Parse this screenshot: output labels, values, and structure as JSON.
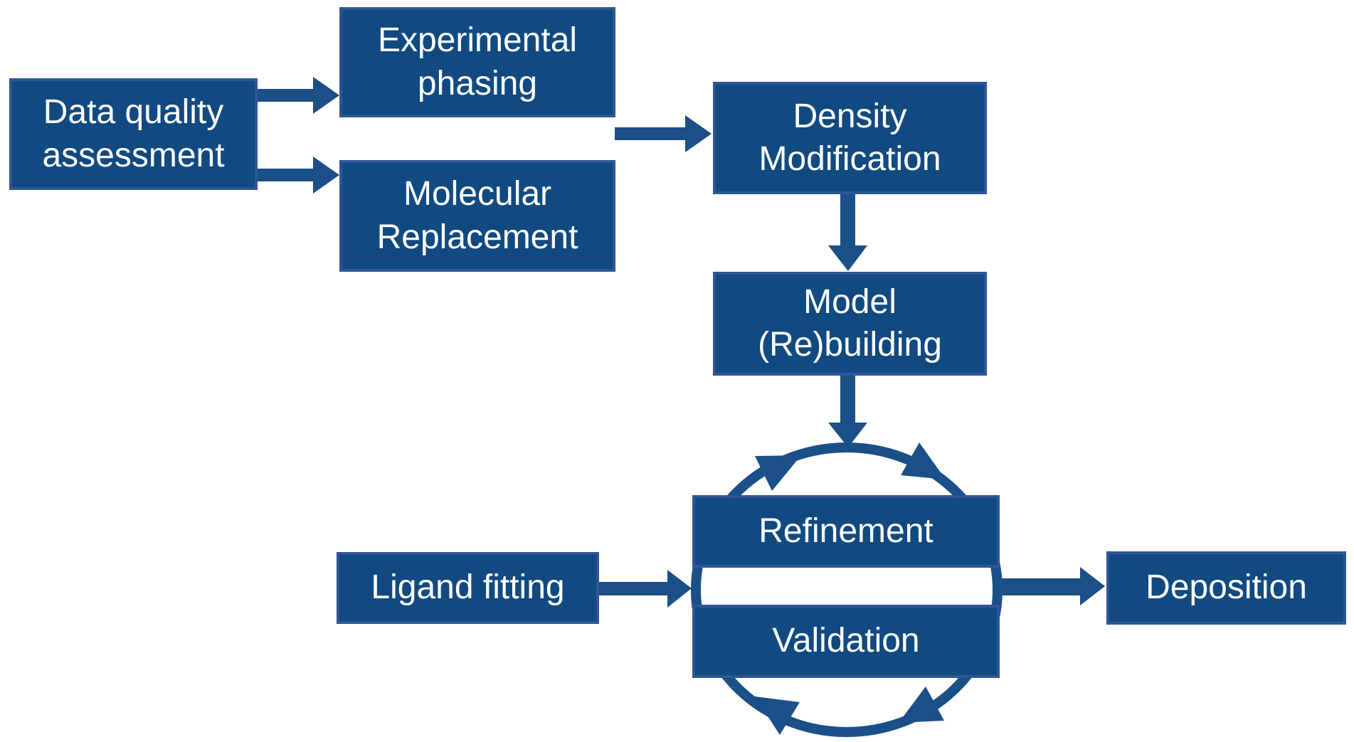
{
  "diagram": {
    "type": "flowchart",
    "description_visible": false
  },
  "colors": {
    "box_fill": "#114A80",
    "box_border": "#2F5597",
    "arrow": "#1B4F87",
    "text": "#FFFFFF",
    "background": "#FFFFFF"
  },
  "nodes": {
    "data_quality": {
      "lines": [
        "Data quality",
        "assessment"
      ]
    },
    "experimental_phasing": {
      "lines": [
        "Experimental",
        "phasing"
      ]
    },
    "molecular_replacement": {
      "lines": [
        "Molecular",
        "Replacement"
      ]
    },
    "density_modification": {
      "lines": [
        "Density",
        "Modification"
      ]
    },
    "model_rebuilding": {
      "lines": [
        "Model",
        "(Re)building"
      ]
    },
    "refinement": {
      "lines": [
        "Refinement"
      ]
    },
    "validation": {
      "lines": [
        "Validation"
      ]
    },
    "ligand_fitting": {
      "lines": [
        "Ligand fitting"
      ]
    },
    "deposition": {
      "lines": [
        "Deposition"
      ]
    }
  },
  "edges": [
    {
      "from": "Data quality assessment",
      "to": "Experimental phasing"
    },
    {
      "from": "Data quality assessment",
      "to": "Molecular Replacement"
    },
    {
      "from": "Experimental phasing / Molecular Replacement",
      "to": "Density Modification"
    },
    {
      "from": "Density Modification",
      "to": "Model (Re)building"
    },
    {
      "from": "Model (Re)building",
      "to": "Refinement-Validation cycle"
    },
    {
      "from": "Ligand fitting",
      "to": "Refinement-Validation cycle"
    },
    {
      "from": "Refinement-Validation cycle",
      "to": "Deposition"
    }
  ],
  "cycle": {
    "members": [
      "Refinement",
      "Validation"
    ],
    "direction": "clockwise"
  }
}
